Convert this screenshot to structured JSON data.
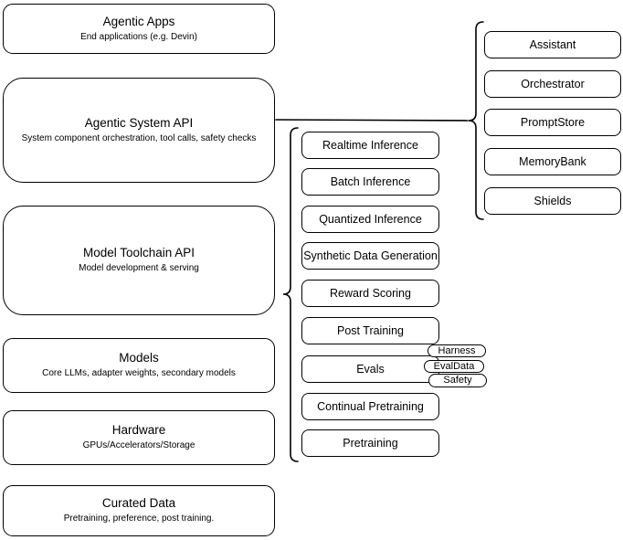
{
  "colors": {
    "stroke": "#000000",
    "fill": "#ffffff",
    "text": "#000000"
  },
  "stack": {
    "agentic_apps": {
      "title": "Agentic Apps",
      "subtitle": "End applications (e.g. Devin)"
    },
    "agentic_system_api": {
      "title": "Agentic System API",
      "subtitle": "System component orchestration, tool calls, safety checks"
    },
    "model_toolchain_api": {
      "title": "Model Toolchain API",
      "subtitle": "Model development & serving"
    },
    "models": {
      "title": "Models",
      "subtitle": "Core LLMs, adapter weights, secondary models"
    },
    "hardware": {
      "title": "Hardware",
      "subtitle": "GPUs/Accelerators/Storage"
    },
    "curated_data": {
      "title": "Curated Data",
      "subtitle": "Pretraining, preference, post training."
    }
  },
  "toolchain": {
    "items": [
      "Realtime Inference",
      "Batch Inference",
      "Quantized Inference",
      "Synthetic Data Generation",
      "Reward Scoring",
      "Post Training",
      "Evals",
      "Continual Pretraining",
      "Pretraining"
    ]
  },
  "evals_tags": {
    "items": [
      "Harness",
      "EvalData",
      "Safety"
    ]
  },
  "system_components": {
    "items": [
      "Assistant",
      "Orchestrator",
      "PromptStore",
      "MemoryBank",
      "Shields"
    ]
  }
}
